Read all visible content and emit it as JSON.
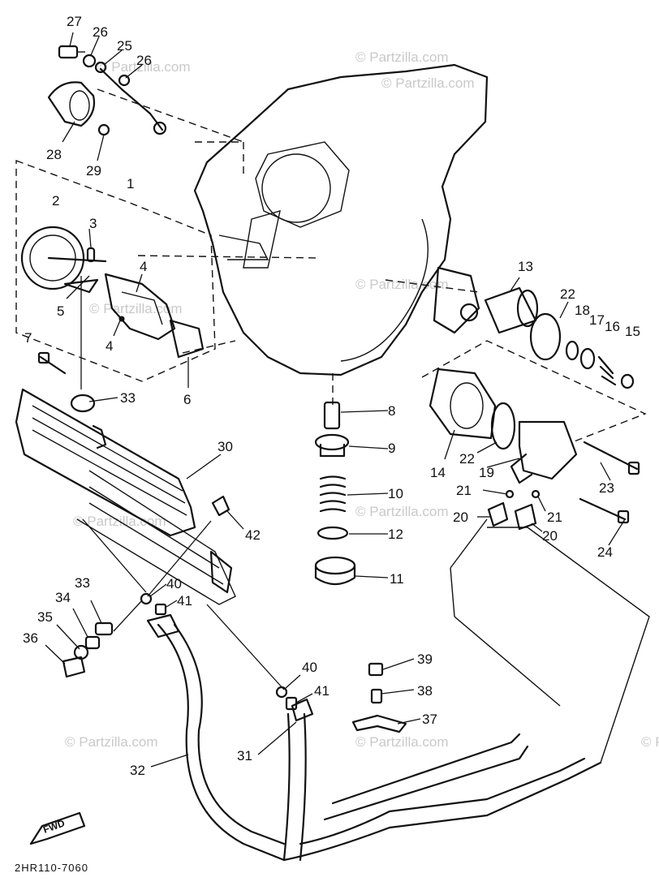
{
  "callouts": [
    {
      "id": "c27",
      "label": "27"
    },
    {
      "id": "c26a",
      "label": "26"
    },
    {
      "id": "c25",
      "label": "25"
    },
    {
      "id": "c26b",
      "label": "26"
    },
    {
      "id": "c28",
      "label": "28"
    },
    {
      "id": "c29",
      "label": "29"
    },
    {
      "id": "c1",
      "label": "1"
    },
    {
      "id": "c2",
      "label": "2"
    },
    {
      "id": "c3",
      "label": "3"
    },
    {
      "id": "c4a",
      "label": "4"
    },
    {
      "id": "c5",
      "label": "5"
    },
    {
      "id": "c4b",
      "label": "4"
    },
    {
      "id": "c7",
      "label": "7"
    },
    {
      "id": "c6",
      "label": "6"
    },
    {
      "id": "c33a",
      "label": "33"
    },
    {
      "id": "c8",
      "label": "8"
    },
    {
      "id": "c13",
      "label": "13"
    },
    {
      "id": "c22a",
      "label": "22"
    },
    {
      "id": "c18",
      "label": "18"
    },
    {
      "id": "c17",
      "label": "17"
    },
    {
      "id": "c16",
      "label": "16"
    },
    {
      "id": "c15",
      "label": "15"
    },
    {
      "id": "c30",
      "label": "30"
    },
    {
      "id": "c9",
      "label": "9"
    },
    {
      "id": "c14",
      "label": "14"
    },
    {
      "id": "c22b",
      "label": "22"
    },
    {
      "id": "c19",
      "label": "19"
    },
    {
      "id": "c23",
      "label": "23"
    },
    {
      "id": "c10",
      "label": "10"
    },
    {
      "id": "c21a",
      "label": "21"
    },
    {
      "id": "c21b",
      "label": "21"
    },
    {
      "id": "c20a",
      "label": "20"
    },
    {
      "id": "c20b",
      "label": "20"
    },
    {
      "id": "c42",
      "label": "42"
    },
    {
      "id": "c12",
      "label": "12"
    },
    {
      "id": "c24",
      "label": "24"
    },
    {
      "id": "c11",
      "label": "11"
    },
    {
      "id": "c33b",
      "label": "33"
    },
    {
      "id": "c40a",
      "label": "40"
    },
    {
      "id": "c34",
      "label": "34"
    },
    {
      "id": "c41a",
      "label": "41"
    },
    {
      "id": "c35",
      "label": "35"
    },
    {
      "id": "c36",
      "label": "36"
    },
    {
      "id": "c39",
      "label": "39"
    },
    {
      "id": "c40b",
      "label": "40"
    },
    {
      "id": "c38",
      "label": "38"
    },
    {
      "id": "c41b",
      "label": "41"
    },
    {
      "id": "c37",
      "label": "37"
    },
    {
      "id": "c31",
      "label": "31"
    },
    {
      "id": "c32",
      "label": "32"
    }
  ],
  "watermark": "© Partzilla.com",
  "diagram_code": "2HR110-7060",
  "fwd_label": "FWD",
  "colors": {
    "line": "#111111",
    "watermark": "#c9c9c9",
    "background": "#ffffff"
  }
}
